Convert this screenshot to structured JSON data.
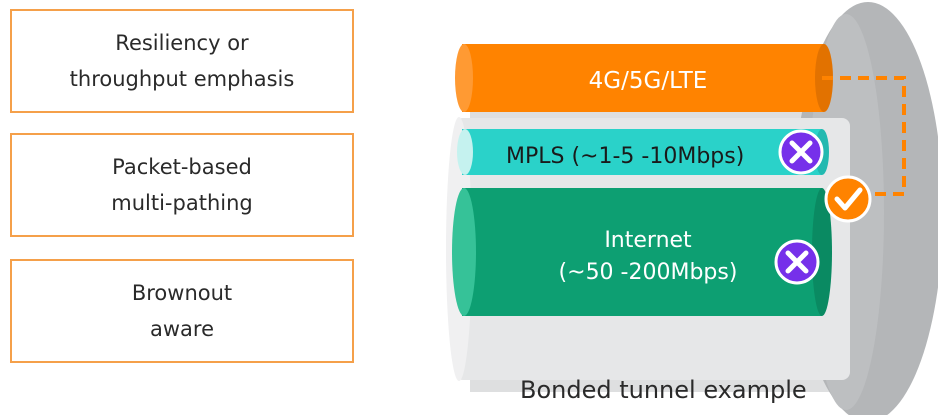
{
  "features": [
    {
      "text": "Resiliency or\nthroughput emphasis"
    },
    {
      "text": "Packet-based\nmulti-pathing"
    },
    {
      "text": "Brownout\naware"
    }
  ],
  "tunnel": {
    "links": [
      {
        "label": "4G/5G/LTE",
        "status": "active"
      },
      {
        "label": "MPLS (~1-5 -10Mbps)",
        "status": "failed"
      },
      {
        "label_line1": "Internet",
        "label_line2": "(~50 -200Mbps)",
        "status": "failed"
      }
    ],
    "caption": "Bonded tunnel example"
  },
  "colors": {
    "box_border": "#f5a04a",
    "lte": "#ff8300",
    "mpls": "#2ad2c9",
    "internet": "#0d9f72",
    "x_badge": "#7630ea",
    "check_badge": "#ff8300"
  }
}
